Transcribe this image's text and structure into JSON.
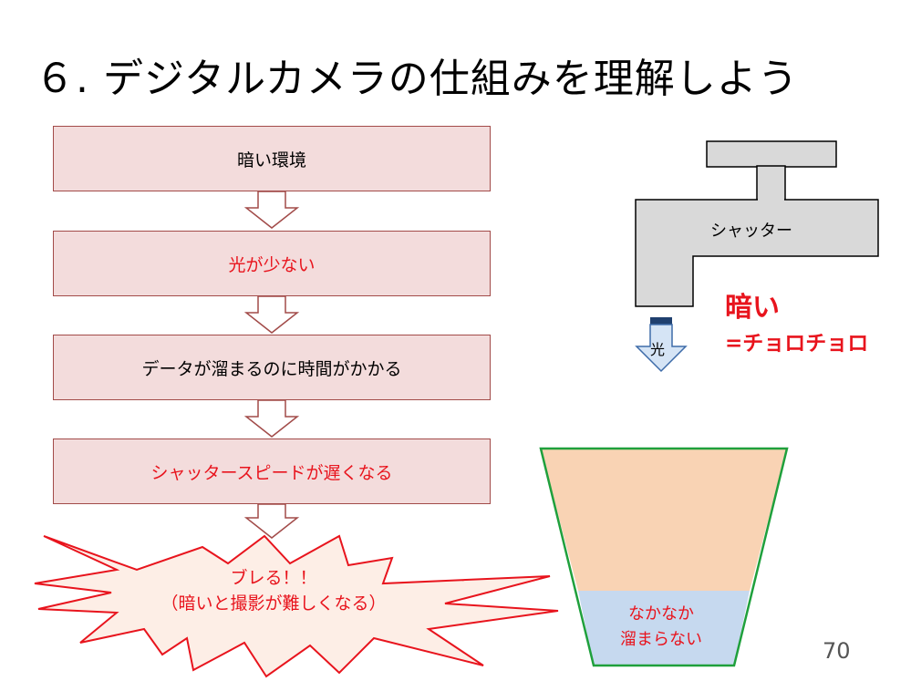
{
  "title": "６. デジタルカメラの仕組みを理解しよう",
  "flow": [
    {
      "label": "暗い環境",
      "color": "black"
    },
    {
      "label": "光が少ない",
      "color": "red"
    },
    {
      "label": "データが溜まるのに時間がかかる",
      "color": "black"
    },
    {
      "label": "シャッタースピードが遅くなる",
      "color": "red"
    }
  ],
  "burst": {
    "line1": "ブレる！！",
    "line2": "（暗いと撮影が難しくなる）"
  },
  "faucet": {
    "shutter_label": "シャッター",
    "light_label": "光",
    "dark_label": "暗い",
    "trickle_label": "=チョロチョロ"
  },
  "cup": {
    "line1": "なかなか",
    "line2": "溜まらない"
  },
  "page_number": "70",
  "colors": {
    "box_fill": "#f3dcdc",
    "box_border": "#a24b49",
    "red_text": "#e8141d",
    "burst_fill": "#fdeee6",
    "cup_border": "#1fa03c",
    "cup_empty": "#f9d3b4",
    "cup_water": "#c6d9ef",
    "faucet_fill": "#d9d9d9",
    "arrow_fill": "#d5e4f5",
    "arrow_border": "#3e6ca9"
  }
}
